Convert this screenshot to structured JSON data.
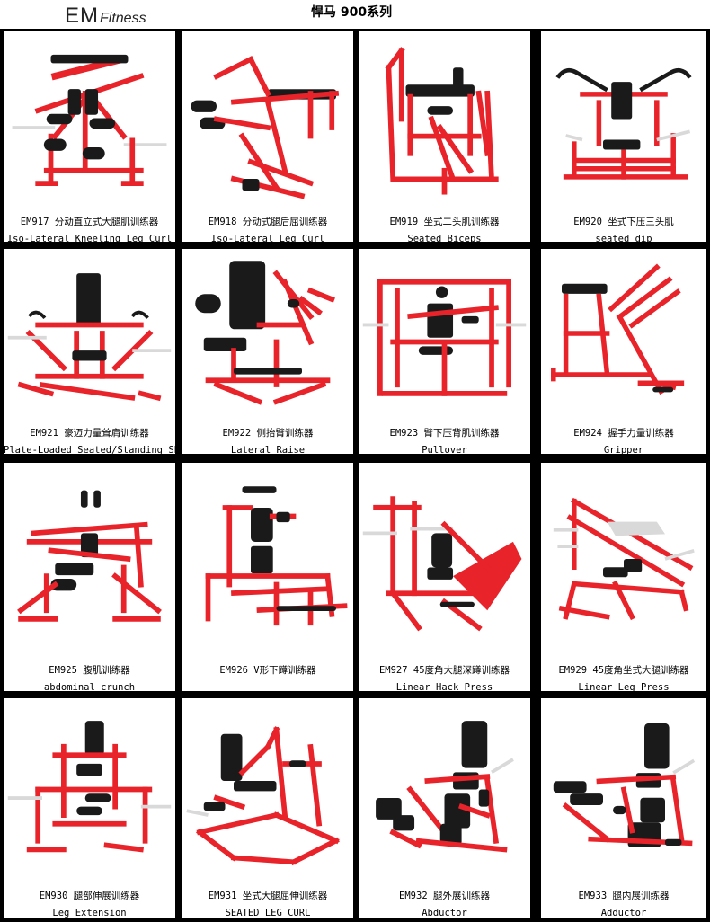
{
  "header": {
    "logo_em": "EM",
    "logo_fitness": "Fitness",
    "series_title": "悍马 900系列"
  },
  "colors": {
    "frame": "#e8232a",
    "frame_dark": "#b8141b",
    "pad": "#1a1a1a",
    "bar": "#d9d9d9"
  },
  "products": [
    {
      "code": "EM917",
      "name_cn": "分动直立式大腿肌训练器",
      "name_en": "Iso-Lateral Kneeling Leg Curl",
      "icon": "kneeling-leg-curl-machine"
    },
    {
      "code": "EM918",
      "name_cn": "分动式腿后屈训练器",
      "name_en": "Iso-Lateral Leg Curl",
      "icon": "leg-curl-machine"
    },
    {
      "code": "EM919",
      "name_cn": "坐式二头肌训练器",
      "name_en": "Seated Biceps",
      "icon": "biceps-machine"
    },
    {
      "code": "EM920",
      "name_cn": "坐式下压三头肌",
      "name_en": "seated dip",
      "icon": "seated-dip-machine"
    },
    {
      "code": "EM921",
      "name_cn": "豪迈力量耸肩训练器",
      "name_en": "Plate-Loaded Seated/Standing Shrug",
      "icon": "shrug-machine"
    },
    {
      "code": "EM922",
      "name_cn": "侧抬臂训练器",
      "name_en": "Lateral Raise",
      "icon": "lateral-raise-machine"
    },
    {
      "code": "EM923",
      "name_cn": "臂下压背肌训练器",
      "name_en": "Pullover",
      "icon": "pullover-machine"
    },
    {
      "code": "EM924",
      "name_cn": "握手力量训练器",
      "name_en": "Gripper",
      "icon": "gripper-machine"
    },
    {
      "code": "EM925",
      "name_cn": "腹肌训练器",
      "name_en": "abdominal crunch",
      "icon": "abdominal-crunch-machine"
    },
    {
      "code": "EM926",
      "name_cn": "V形下蹲训练器",
      "name_en": "",
      "icon": "v-squat-machine"
    },
    {
      "code": "EM927",
      "name_cn": "45度角大腿深蹲训练器",
      "name_en": "Linear Hack Press",
      "icon": "hack-press-machine"
    },
    {
      "code": "EM929",
      "name_cn": "45度角坐式大腿训练器",
      "name_en": "Linear Leg Press",
      "icon": "leg-press-machine"
    },
    {
      "code": "EM930",
      "name_cn": "腿部伸展训练器",
      "name_en": "Leg Extension",
      "icon": "leg-extension-machine"
    },
    {
      "code": "EM931",
      "name_cn": "坐式大腿屈伸训练器",
      "name_en": "SEATED LEG CURL",
      "icon": "seated-leg-curl-machine"
    },
    {
      "code": "EM932",
      "name_cn": "腿外展训练器",
      "name_en": "Abductor",
      "icon": "abductor-machine"
    },
    {
      "code": "EM933",
      "name_cn": "腿内展训练器",
      "name_en": "Adductor",
      "icon": "adductor-machine"
    }
  ]
}
